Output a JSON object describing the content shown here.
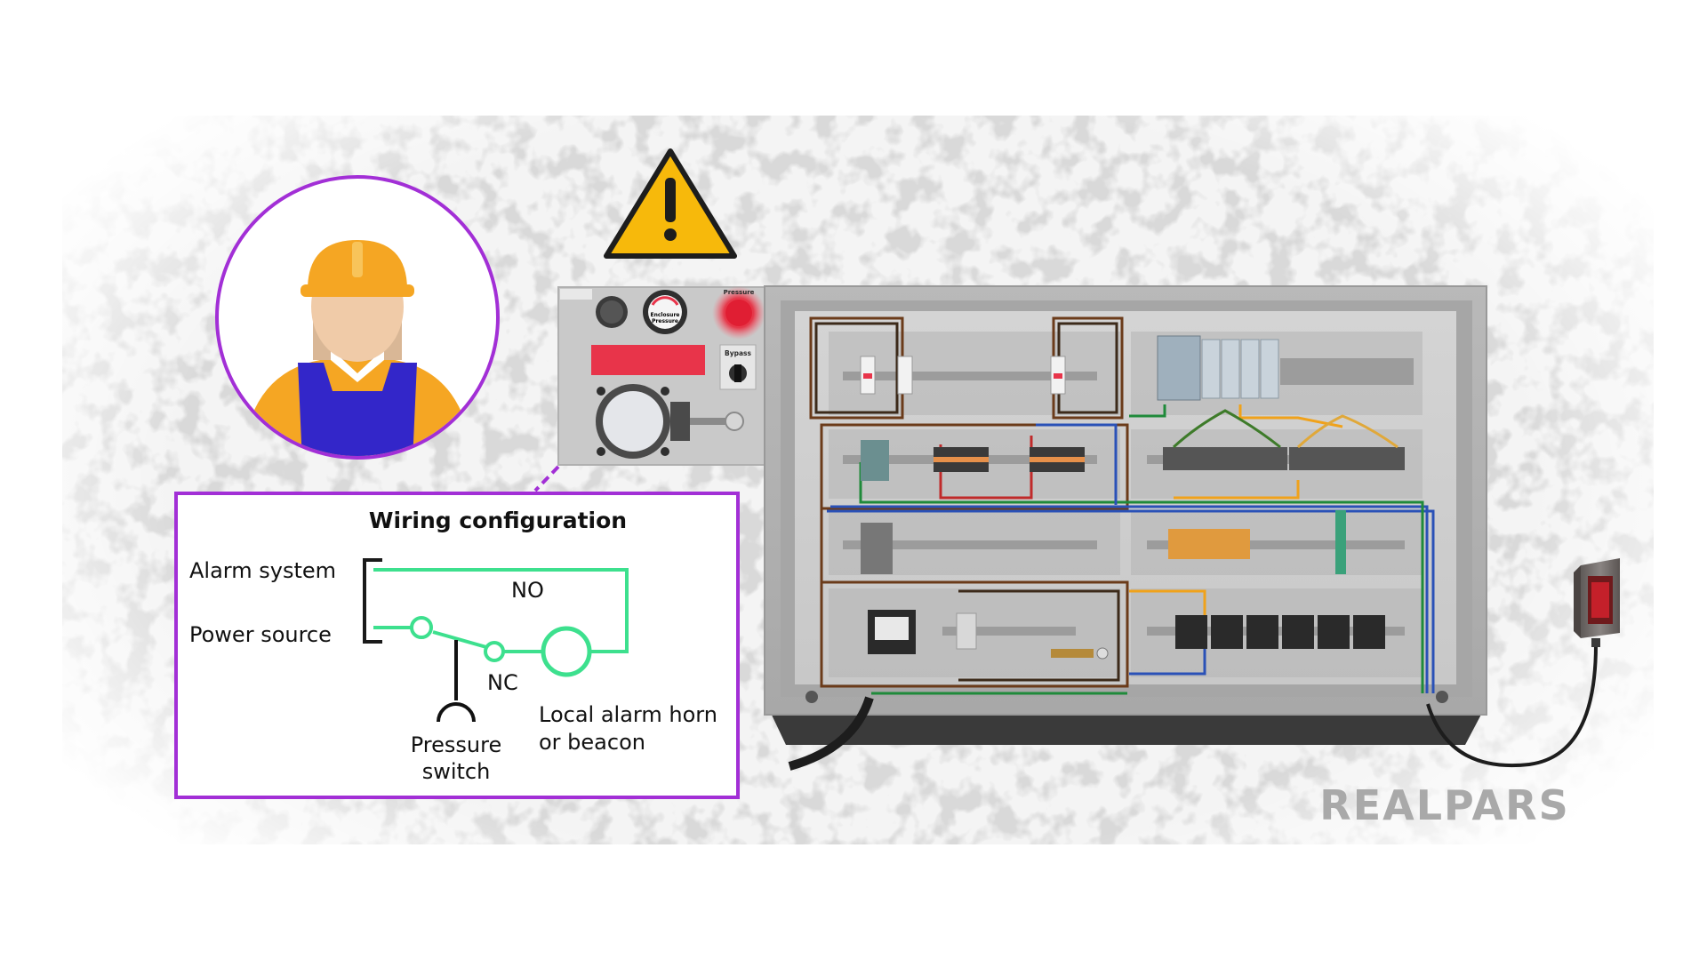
{
  "wiring_config": {
    "title": "Wiring configuration",
    "alarm_system": "Alarm system",
    "power_source": "Power source",
    "no_label": "NO",
    "nc_label": "NC",
    "pressure_switch_line1": "Pressure",
    "pressure_switch_line2": "switch",
    "alarm_horn_line1": "Local alarm horn",
    "alarm_horn_line2": "or beacon"
  },
  "control_panel": {
    "gauge_line1": "Enclosure",
    "gauge_line2": "Pressure",
    "pressure_light_label": "Pressure",
    "bypass_label": "Bypass"
  },
  "brand": {
    "logo": "REALPARS"
  },
  "colors": {
    "purple": "#a22fd6",
    "circuit_green": "#3de08e",
    "warning_yellow": "#f7b90b",
    "hard_hat": "#f5a623",
    "overalls": "#3326c9",
    "alarm_red": "#e8344a"
  },
  "icons": [
    "warning-icon",
    "worker-avatar",
    "photo-sensor-icon"
  ]
}
